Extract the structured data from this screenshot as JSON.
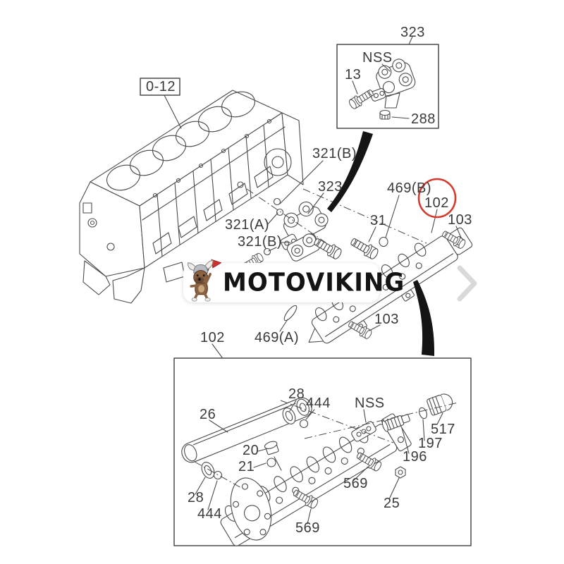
{
  "watermark": {
    "brand": "MOTOVIKING",
    "mascot_icon": "viking-dog-mascot",
    "pill_color": "#ffffff",
    "text_color": "#141414",
    "mascot_colors": {
      "fur": "#8a6242",
      "helmet": "#b9bcc4",
      "flag": "#cc3333"
    }
  },
  "carousel": {
    "next_icon": "chevron-right-icon",
    "color": "#d9d9d9"
  },
  "colors": {
    "line": "#4a4a4a",
    "label": "#3a3a3a",
    "highlight_circle": "#d63a2e",
    "swoosh": "#151515",
    "chevron": "#d9d9d9"
  },
  "diagram": {
    "type": "exploded-parts-diagram",
    "reference_box_label": "0-12",
    "highlighted_part": "102",
    "labels": [
      {
        "id": "inset-title",
        "text": "323"
      },
      {
        "id": "inset-nss",
        "text": "NSS"
      },
      {
        "id": "inset-bolt",
        "text": "13"
      },
      {
        "id": "inset-plug",
        "text": "288"
      },
      {
        "id": "valve-b-top",
        "text": "321(B)"
      },
      {
        "id": "housing",
        "text": "323"
      },
      {
        "id": "oring-469b",
        "text": "469(B)"
      },
      {
        "id": "cooler-highlight",
        "text": "102"
      },
      {
        "id": "bolt-right",
        "text": "103"
      },
      {
        "id": "bolt-mid",
        "text": "31"
      },
      {
        "id": "valve-a",
        "text": "321(A)"
      },
      {
        "id": "valve-b",
        "text": "321(B)"
      },
      {
        "id": "cooler-bottom",
        "text": "102"
      },
      {
        "id": "clip-469a",
        "text": "469(A)"
      },
      {
        "id": "bolt-bottom",
        "text": "103"
      },
      {
        "id": "pipe",
        "text": "26"
      },
      {
        "id": "gasket-top",
        "text": "28"
      },
      {
        "id": "oring-top",
        "text": "444"
      },
      {
        "id": "nss-bottom",
        "text": "NSS"
      },
      {
        "id": "cap-517",
        "text": "517"
      },
      {
        "id": "oring-197",
        "text": "197"
      },
      {
        "id": "valve-196",
        "text": "196"
      },
      {
        "id": "plug-20",
        "text": "20"
      },
      {
        "id": "oring-21",
        "text": "21"
      },
      {
        "id": "bolt-569-right",
        "text": "569"
      },
      {
        "id": "nut-25",
        "text": "25"
      },
      {
        "id": "gasket-bottom",
        "text": "28"
      },
      {
        "id": "oring-bottom",
        "text": "444"
      },
      {
        "id": "bolt-569-bottom",
        "text": "569"
      }
    ]
  }
}
